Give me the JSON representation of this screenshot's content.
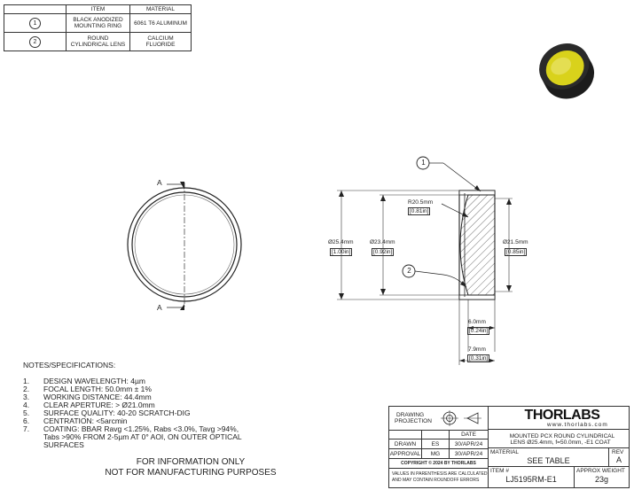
{
  "bom": {
    "headers": [
      "ITEM",
      "MATERIAL"
    ],
    "rows": [
      {
        "num": "1",
        "item": "BLACK ANODIZED MOUNTING RING",
        "material": "6061 T6 ALUMINUM"
      },
      {
        "num": "2",
        "item": "ROUND CYLINDRICAL LENS",
        "material": "CALCIUM FLUORIDE"
      }
    ]
  },
  "front_view": {
    "section_label_top": "A",
    "section_label_bottom": "A"
  },
  "side_view": {
    "balloon_1": "1",
    "balloon_2": "2",
    "radius_mm": "R20.5mm",
    "radius_in": "[0.81in]",
    "dia_outer_mm": "Ø25.4mm",
    "dia_outer_in": "[1.00in]",
    "dia_mid_mm": "Ø23.4mm",
    "dia_mid_in": "[0.92in]",
    "dia_inner_mm": "Ø21.5mm",
    "dia_inner_in": "[0.85in]",
    "thick_lens_mm": "6.0mm",
    "thick_lens_in": "[0.24in]",
    "thick_total_mm": "7.9mm",
    "thick_total_in": "[0.31in]"
  },
  "notes": {
    "title": "NOTES/SPECIFICATIONS:",
    "items": [
      {
        "num": "1.",
        "text": "DESIGN WAVELENGTH: 4µm"
      },
      {
        "num": "2.",
        "text": "FOCAL LENGTH: 50.0mm ± 1%"
      },
      {
        "num": "3.",
        "text": "WORKING DISTANCE: 44.4mm"
      },
      {
        "num": "4.",
        "text": "CLEAR APERTURE: > Ø21.0mm"
      },
      {
        "num": "5.",
        "text": "SURFACE QUALITY: 40-20 SCRATCH-DIG"
      },
      {
        "num": "6.",
        "text": "CENTRATION: <5arcmin"
      },
      {
        "num": "7.",
        "text": "COATING: BBAR Ravg <1.25%, Rabs <3.0%, Tavg >94%,"
      },
      {
        "num": "",
        "text": "Tabs >90% FROM 2-5µm AT 0° AOI, ON OUTER OPTICAL"
      },
      {
        "num": "",
        "text": "SURFACES"
      }
    ]
  },
  "disclaimer": {
    "line1": "FOR INFORMATION ONLY",
    "line2": "NOT FOR MANUFACTURING PURPOSES"
  },
  "title_block": {
    "projection_label_1": "DRAWING",
    "projection_label_2": "PROJECTION",
    "logo_text": "THORLABS",
    "website": "www.thorlabs.com",
    "col_date": "DATE",
    "drawn_label": "DRAWN",
    "drawn_by": "ES",
    "drawn_date": "30/APR/24",
    "approval_label": "APPROVAL",
    "approved_by": "MG",
    "approval_date": "30/APR/24",
    "copyright": "COPYRIGHT © 2024 BY THORLABS",
    "note_1": "VALUES IN PARENTHESIS ARE CALCULATED",
    "note_2": "AND MAY CONTAIN ROUNDOFF ERRORS",
    "description_1": "MOUNTED PCX ROUND CYLINDRICAL",
    "description_2": "LENS  Ø25.4mm, f=50.0mm, -E1 COAT",
    "material_label": "MATERIAL",
    "material_value": "SEE TABLE",
    "rev_label": "REV",
    "rev_value": "A",
    "item_label": "ITEM #",
    "item_value": "LJ5195RM-E1",
    "weight_label": "APPROX WEIGHT",
    "weight_value": "23g"
  },
  "colors": {
    "line": "#222222",
    "lens_yellow": "#d9d21b",
    "ring_black": "#1c1c1c"
  }
}
